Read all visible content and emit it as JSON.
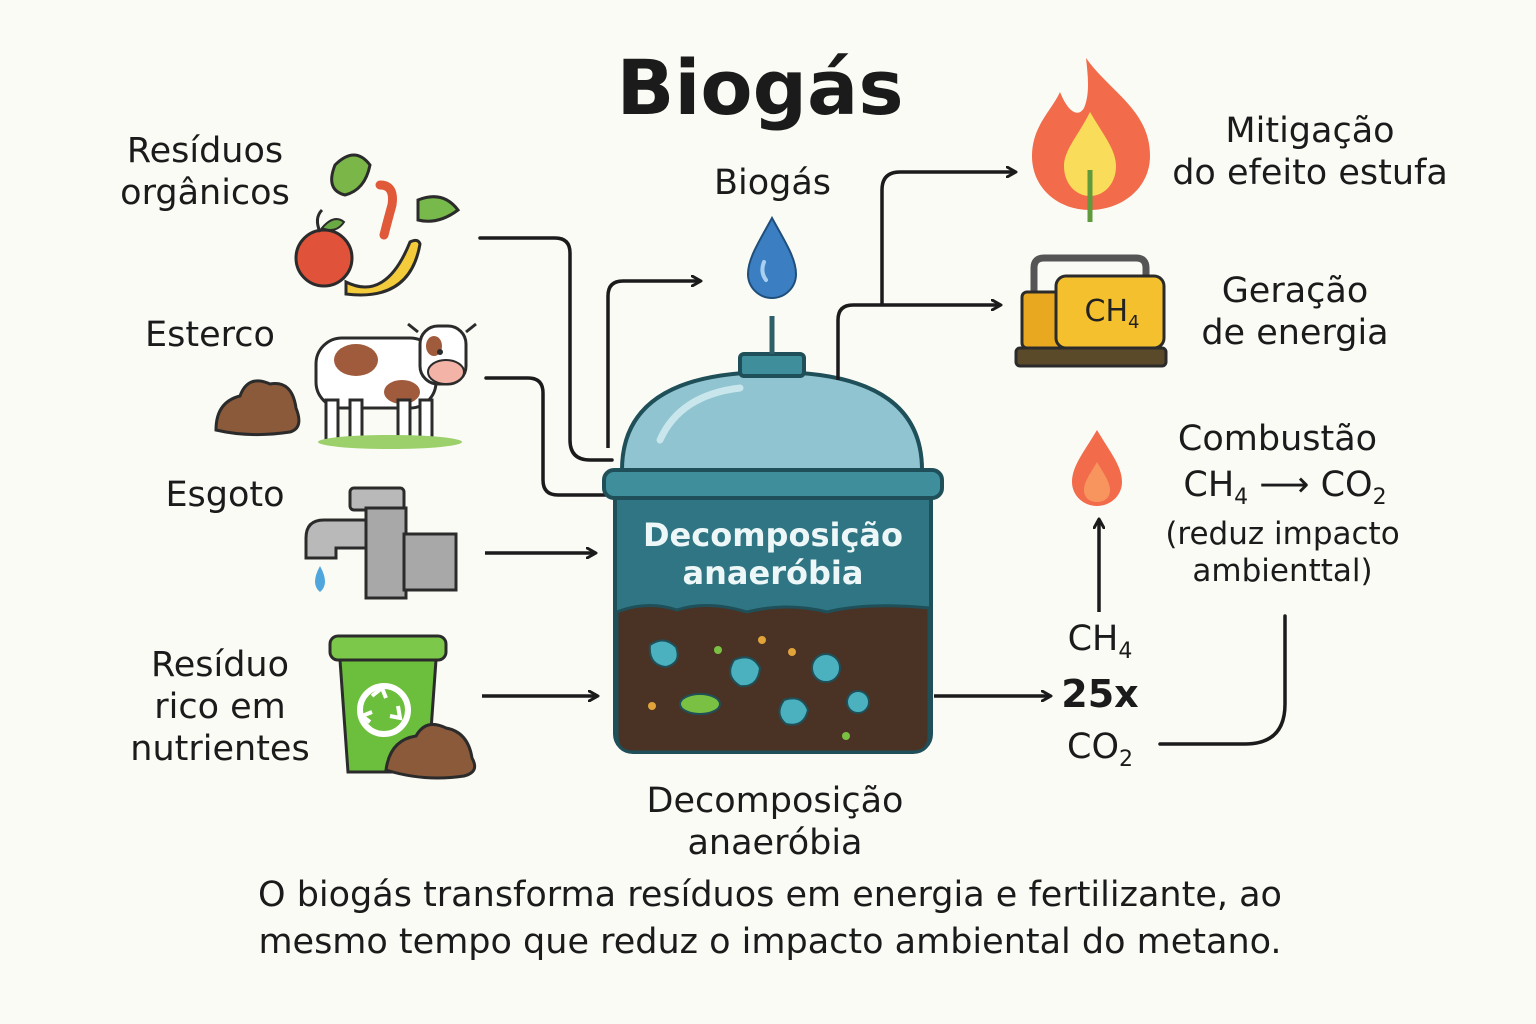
{
  "title": "Biogás",
  "inputs": {
    "organic_waste": [
      "Resíduos",
      "orgânicos"
    ],
    "manure": "Esterco",
    "sewage": "Esgoto",
    "nutrient_waste": [
      "Resíduo",
      "rico em",
      "nutrientes"
    ]
  },
  "biogas_label": "Biogás",
  "digester": {
    "inside_label": [
      "Decomposição",
      "anaeróbia"
    ],
    "below_label": [
      "Decomposição",
      "anaeróbia"
    ]
  },
  "outputs": {
    "mitigation": [
      "Mitigação",
      "do efeito estufa"
    ],
    "energy": [
      "Geração",
      "de energia"
    ],
    "generator_label": "CH",
    "generator_label_sub": "4"
  },
  "combustion": {
    "title": "Combustão",
    "reactant": "CH",
    "reactant_sub": "4",
    "product": "CO",
    "product_sub": "2",
    "note": [
      "(reduz impacto",
      "ambienttal)"
    ]
  },
  "comparison": {
    "top": "CH",
    "top_sub": "4",
    "factor": "25x",
    "bottom": "CO",
    "bottom_sub": "2"
  },
  "caption": [
    "O biogás transforma resíduos em energia e fertilizante, ao",
    "mesmo tempo que reduz o impacto ambiental do metano."
  ],
  "colors": {
    "tank_body": "#2f7583",
    "tank_dome": "#8fc4d0",
    "sludge": "#4a3325",
    "flame": "#f26b4a",
    "generator": "#f4c02e",
    "bin": "#6cbf3c",
    "water_drop": "#3b7fc2"
  }
}
